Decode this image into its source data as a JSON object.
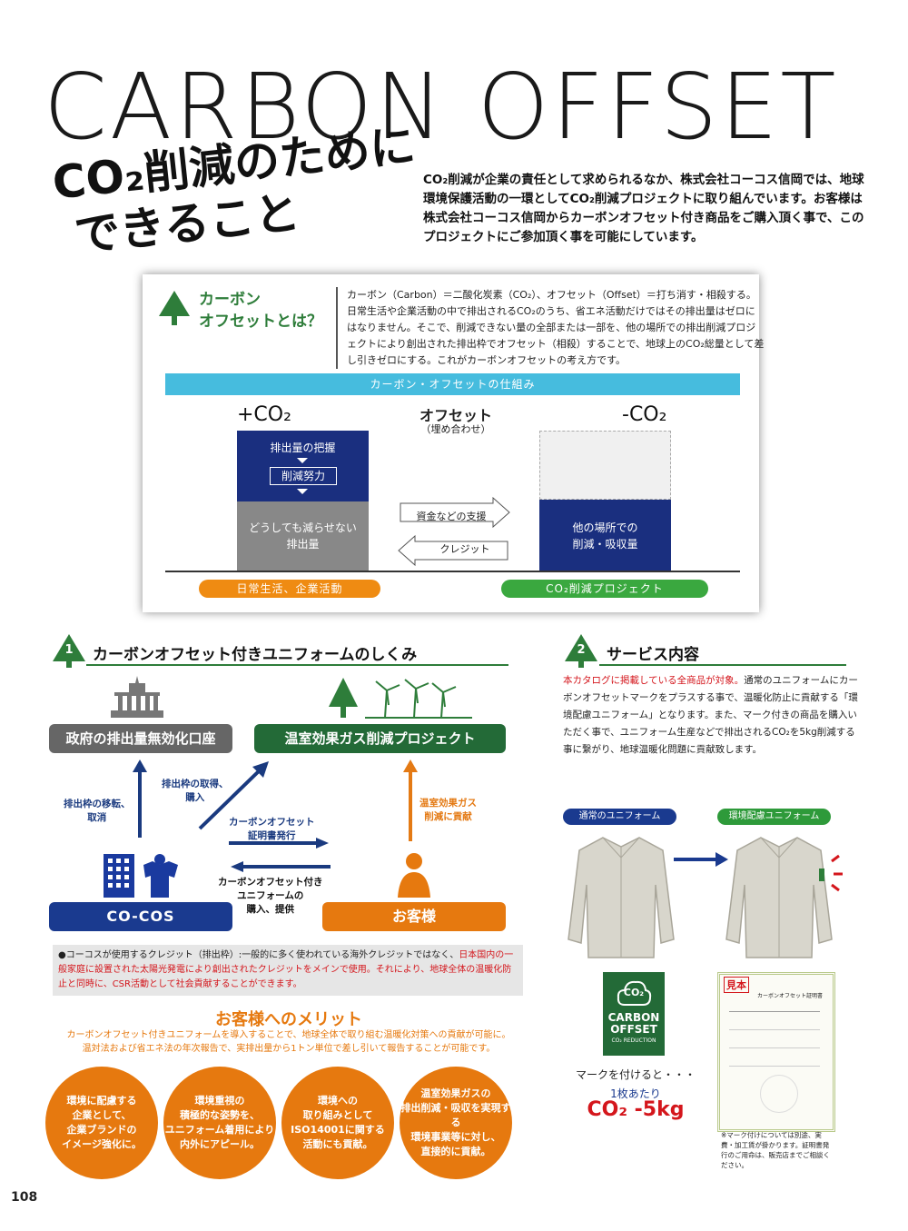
{
  "title": "CARBON OFFSET",
  "headline": {
    "line1": "CO₂削減のために",
    "line2": "できること"
  },
  "intro": "CO₂削減が企業の責任として求められるなか、株式会社コーコス信岡では、地球環境保護活動の一環としてCO₂削減プロジェクトに取り組んでいます。お客様は株式会社コーコス信岡からカーボンオフセット付き商品をご購入頂く事で、このプロジェクトにご参加頂く事を可能にしています。",
  "card": {
    "question_line1": "カーボン",
    "question_line2": "オフセットとは？",
    "definition": "カーボン（Carbon）＝二酸化炭素（CO₂）、オフセット（Offset）＝打ち消す・相殺する。日常生活や企業活動の中で排出されるCO₂のうち、省エネ活動だけではその排出量はゼロにはなりません。そこで、削減できない量の全部または一部を、他の場所での排出削減プロジェクトにより創出された排出枠でオフセット（相殺）することで、地球上のCO₂総量として差し引きゼロにする。これがカーボンオフセットの考え方です。",
    "mechanism_title": "カーボン・オフセットの仕組み",
    "plus_co2": "+CO₂",
    "minus_co2": "-CO₂",
    "offset_label": "オフセット",
    "offset_sub": "（埋め合わせ）",
    "emission_grasp": "排出量の把握",
    "reduction_effort": "削減努力",
    "unavoidable_line1": "どうしても減らせない",
    "unavoidable_line2": "排出量",
    "other_place_line1": "他の場所での",
    "other_place_line2": "削減・吸収量",
    "funding": "資金などの支援",
    "credit": "クレジット",
    "daily_life": "日常生活、企業活動",
    "reduction_project": "CO₂削減プロジェクト"
  },
  "section1": {
    "number": "1",
    "title": "カーボンオフセット付きユニフォームのしくみ",
    "gov_box": "政府の排出量無効化口座",
    "ghg_box": "温室効果ガス削減プロジェクト",
    "cocos_box": "CO-COS",
    "customer_box": "お客様",
    "transfer_line1": "排出枠の移転、",
    "transfer_line2": "取消",
    "acquire_line1": "排出枠の取得、",
    "acquire_line2": "購入",
    "certificate_line1": "カーボンオフセット",
    "certificate_line2": "証明書発行",
    "uniform_line1": "カーボンオフセット付き",
    "uniform_line2": "ユニフォームの",
    "uniform_line3": "購入、提供",
    "contribute_line1": "温室効果ガス",
    "contribute_line2": "削減に貢献",
    "note_part1": "●コーコスが使用するクレジット（排出枠）:一般的に多く使われている海外クレジットではなく、",
    "note_red1": "日本国内の一般家庭に設置された太陽光発電により創出されたクレジットをメインで使用。それにより、地球全体の温暖化防止と同時に、CSR活動として社会貢献することができます。",
    "merit_title": "お客様へのメリット",
    "merit_line1": "カーボンオフセット付きユニフォームを導入することで、地球全体で取り組む温暖化対策への貢献が可能に。",
    "merit_line2": "温対法および省エネ法の年次報告で、実排出量から1トン単位で差し引いて報告することが可能です。",
    "circles": [
      [
        "環境に配慮する",
        "企業として、",
        "企業ブランドの",
        "イメージ強化に。"
      ],
      [
        "環境重視の",
        "積極的な姿勢を、",
        "ユニフォーム着用により",
        "内外にアピール。"
      ],
      [
        "環境への",
        "取り組みとして",
        "ISO14001に関する",
        "活動にも貢献。"
      ],
      [
        "温室効果ガスの",
        "排出削減・吸収を実現する",
        "環境事業等に対し、",
        "直接的に貢献。"
      ]
    ]
  },
  "section2": {
    "number": "2",
    "title": "サービス内容",
    "text_red": "本カタログに掲載している全商品が対象。",
    "text_rest": "通常のユニフォームにカーボンオフセットマークをプラスする事で、温暖化防止に貢献する「環境配慮ユニフォーム」となります。また、マーク付きの商品を購入いただく事で、ユニフォーム生産などで排出されるCO₂を5kg削減する事に繋がり、地球温暖化問題に貢献致します。",
    "normal_uniform": "通常のユニフォーム",
    "eco_uniform": "環境配慮ユニフォーム",
    "logo_line1": "CARBON",
    "logo_line2": "OFFSET",
    "logo_line3": "CO₂ REDUCTION",
    "logo_co2": "CO₂",
    "mark_text": "マークを付けると・・・",
    "per_piece": "1枚あたり",
    "big_value": "CO₂ -5kg",
    "sample": "見本",
    "cert_title": "カーボンオフセット証明書",
    "cert_note": "※マーク付けについては別途、実費・加工賃が掛かります。証明書発行のご用命は、販売店までご相談ください。"
  },
  "page_number": "108",
  "colors": {
    "navy": "#1a2f7f",
    "green": "#2e7d3a",
    "orange": "#e6790f",
    "sky": "#46bcde",
    "grey": "#888888",
    "red": "#d4161c"
  }
}
